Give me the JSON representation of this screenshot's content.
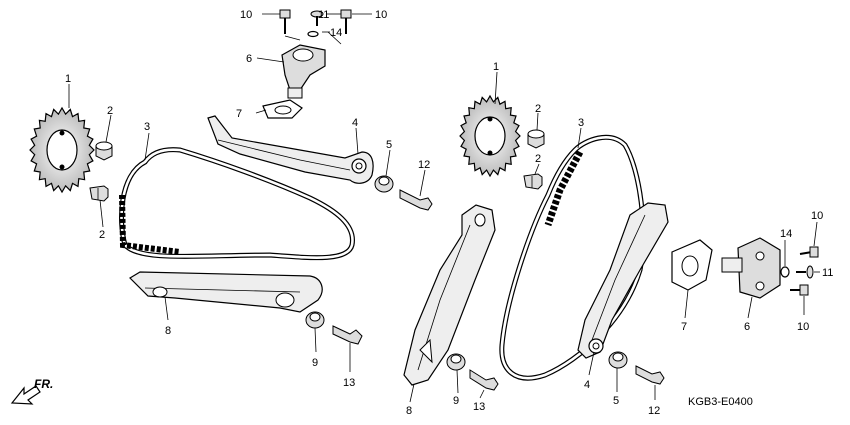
{
  "diagram": {
    "drawing_code": "KGB3-E0400",
    "direction_label": "FR.",
    "colors": {
      "line": "#000000",
      "background": "#ffffff",
      "hatch": "#cccccc"
    },
    "callouts": {
      "l1": "1",
      "l2a": "2",
      "l2b": "2",
      "l3": "3",
      "l4": "4",
      "l5": "5",
      "l6": "6",
      "l7": "7",
      "l8": "8",
      "l9": "9",
      "l10a": "10",
      "l10b": "10",
      "l11": "11",
      "l12": "12",
      "l13": "13",
      "l14": "14",
      "r1": "1",
      "r2a": "2",
      "r2b": "2",
      "r3": "3",
      "r4": "4",
      "r5": "5",
      "r6": "6",
      "r7": "7",
      "r8": "8",
      "r9": "9",
      "r10a": "10",
      "r10b": "10",
      "r11": "11",
      "r12": "12",
      "r13": "13",
      "r14": "14"
    }
  }
}
